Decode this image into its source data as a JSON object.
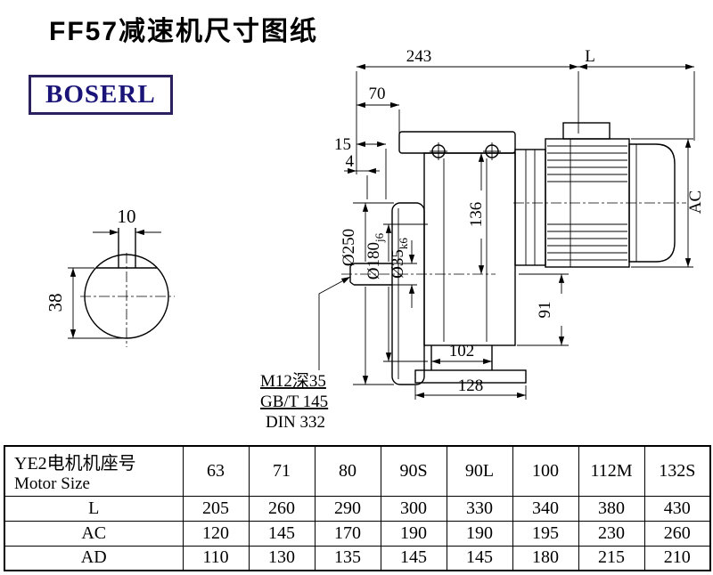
{
  "page": {
    "title": "FF57减速机尺寸图纸",
    "logo": "BOSERL"
  },
  "colors": {
    "logo_text": "#1a1478",
    "logo_border": "#2a215e"
  },
  "drawing": {
    "dim_243": "243",
    "dim_l": "L",
    "dim_70": "70",
    "dim_15": "15",
    "dim_4": "4",
    "dim_ac": "AC",
    "dim_10": "10",
    "dim_38": "38",
    "dim_d250": "Ø250",
    "dim_d180": "Ø180",
    "dim_d180_tol": "j6",
    "dim_d35": "Ø35",
    "dim_d35_tol": "k6",
    "dim_136": "136",
    "dim_91": "91",
    "dim_102": "102",
    "dim_128": "128",
    "note_thread": "M12深35",
    "note_gb": "GB/T 145",
    "note_din": "DIN 332"
  },
  "table": {
    "header_cn": "YE2电机机座号",
    "header_en": "Motor Size",
    "columns": [
      "63",
      "71",
      "80",
      "90S",
      "90L",
      "100",
      "112M",
      "132S"
    ],
    "rows": [
      {
        "label": "L",
        "values": [
          "205",
          "260",
          "290",
          "300",
          "330",
          "340",
          "380",
          "430"
        ]
      },
      {
        "label": "AC",
        "values": [
          "120",
          "145",
          "170",
          "190",
          "190",
          "195",
          "230",
          "260"
        ]
      },
      {
        "label": "AD",
        "values": [
          "110",
          "130",
          "135",
          "145",
          "145",
          "180",
          "215",
          "210"
        ]
      }
    ]
  }
}
